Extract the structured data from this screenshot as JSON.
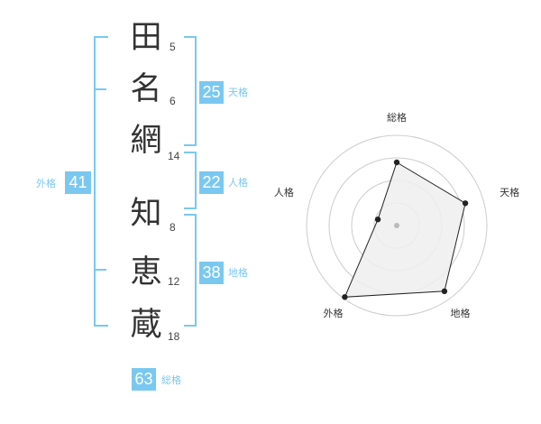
{
  "name": {
    "characters": [
      {
        "char": "田",
        "strokes": "5"
      },
      {
        "char": "名",
        "strokes": "6"
      },
      {
        "char": "網",
        "strokes": "14"
      },
      {
        "char": "知",
        "strokes": "8"
      },
      {
        "char": "恵",
        "strokes": "12"
      },
      {
        "char": "蔵",
        "strokes": "18"
      }
    ]
  },
  "scores": {
    "tenkaku": {
      "value": "25",
      "label": "天格"
    },
    "jinkaku": {
      "value": "22",
      "label": "人格"
    },
    "chikaku": {
      "value": "38",
      "label": "地格"
    },
    "gaikaku": {
      "value": "41",
      "label": "外格"
    },
    "soukaku": {
      "value": "63",
      "label": "総格"
    }
  },
  "colors": {
    "accent": "#7ac8f0",
    "text": "#333333"
  },
  "chart_data": {
    "type": "radar",
    "axes": [
      "総格",
      "天格",
      "地格",
      "外格",
      "人格"
    ],
    "values": [
      0.7,
      0.8,
      0.9,
      0.98,
      0.22
    ],
    "max": 1,
    "rings": 4
  }
}
